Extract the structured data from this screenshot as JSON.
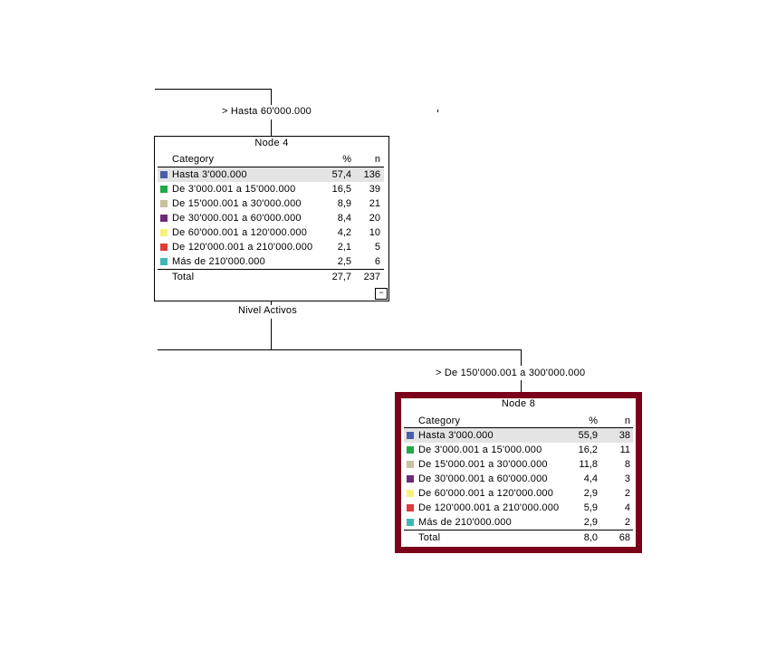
{
  "edges": {
    "node4_split": "> Hasta 60'000.000",
    "node8_split": "> De 150'000.001 a 300'000.000",
    "split_variable": "Nivel Activos"
  },
  "node4": {
    "title": "Node 4",
    "header": {
      "category": "Category",
      "pct": "%",
      "n": "n"
    },
    "rows": [
      {
        "label": "Hasta 3'000.000",
        "pct": "57,4",
        "n": "136",
        "color": "#4a5fa8"
      },
      {
        "label": "De 3'000.001 a 15'000.000",
        "pct": "16,5",
        "n": "39",
        "color": "#22a845"
      },
      {
        "label": "De 15'000.001 a 30'000.000",
        "pct": "8,9",
        "n": "21",
        "color": "#c7c1a0"
      },
      {
        "label": "De 30'000.001 a 60'000.000",
        "pct": "8,4",
        "n": "20",
        "color": "#6e2a78"
      },
      {
        "label": "De 60'000.001 a 120'000.000",
        "pct": "4,2",
        "n": "10",
        "color": "#f8f27a"
      },
      {
        "label": "De 120'000.001 a 210'000.000",
        "pct": "2,1",
        "n": "5",
        "color": "#e03a3a"
      },
      {
        "label": "Más de 210'000.000",
        "pct": "2,5",
        "n": "6",
        "color": "#3fb8b5"
      }
    ],
    "total": {
      "label": "Total",
      "pct": "27,7",
      "n": "237"
    },
    "collapse_symbol": "−"
  },
  "node8": {
    "title": "Node 8",
    "header": {
      "category": "Category",
      "pct": "%",
      "n": "n"
    },
    "rows": [
      {
        "label": "Hasta 3'000.000",
        "pct": "55,9",
        "n": "38",
        "color": "#4a5fa8"
      },
      {
        "label": "De 3'000.001 a 15'000.000",
        "pct": "16,2",
        "n": "11",
        "color": "#22a845"
      },
      {
        "label": "De 15'000.001 a 30'000.000",
        "pct": "11,8",
        "n": "8",
        "color": "#c7c1a0"
      },
      {
        "label": "De 30'000.001 a 60'000.000",
        "pct": "4,4",
        "n": "3",
        "color": "#6e2a78"
      },
      {
        "label": "De 60'000.001 a 120'000.000",
        "pct": "2,9",
        "n": "2",
        "color": "#f8f27a"
      },
      {
        "label": "De 120'000.001 a 210'000.000",
        "pct": "5,9",
        "n": "4",
        "color": "#e03a3a"
      },
      {
        "label": "Más de 210'000.000",
        "pct": "2,9",
        "n": "2",
        "color": "#3fb8b5"
      }
    ],
    "total": {
      "label": "Total",
      "pct": "8,0",
      "n": "68"
    }
  },
  "colors": {
    "selection_border": "#7b0019",
    "highlight_row": "#e4e4e4"
  }
}
